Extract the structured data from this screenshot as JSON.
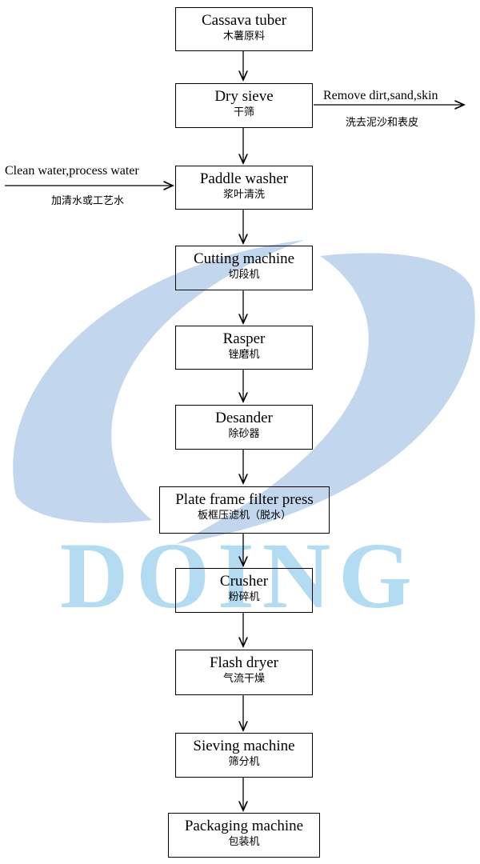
{
  "watermark": {
    "text": "DOING",
    "colors": {
      "light": "#b3dcf2",
      "dark": "#8fb6de"
    }
  },
  "steps": [
    {
      "en": "Cassava tuber",
      "cn": "木薯原料"
    },
    {
      "en": "Dry sieve",
      "cn": "干筛"
    },
    {
      "en": "Paddle washer",
      "cn": "浆叶清洗"
    },
    {
      "en": "Cutting machine",
      "cn": "切段机"
    },
    {
      "en": "Rasper",
      "cn": "锉磨机"
    },
    {
      "en": "Desander",
      "cn": "除砂器"
    },
    {
      "en": "Plate frame filter press",
      "cn": "板框压滤机（脱水）"
    },
    {
      "en": "Crusher",
      "cn": "粉碎机"
    },
    {
      "en": "Flash dryer",
      "cn": "气流干燥"
    },
    {
      "en": "Sieving machine",
      "cn": "筛分机"
    },
    {
      "en": "Packaging machine",
      "cn": "包装机"
    }
  ],
  "side_outputs": {
    "dry_sieve_out": {
      "en": "Remove dirt,sand,skin",
      "cn": "洗去泥沙和表皮"
    },
    "washer_in": {
      "en": "Clean water,process water",
      "cn": "加清水或工艺水"
    }
  }
}
